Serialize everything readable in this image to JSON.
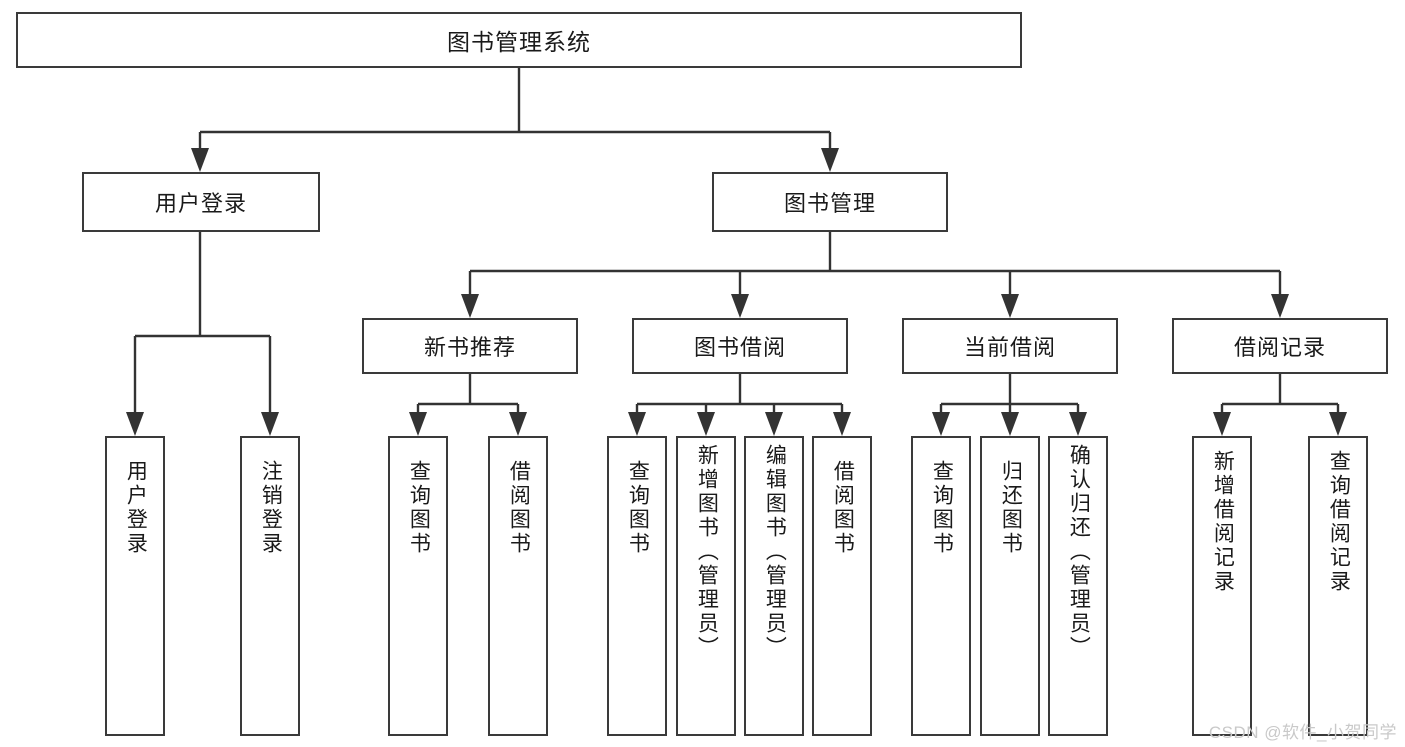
{
  "diagram": {
    "title": "图书管理系统",
    "type": "tree",
    "orientation": "top-down",
    "colors": {
      "box_border": "#3a3a3a",
      "box_fill": "#ffffff",
      "connector": "#333333",
      "text": "#1a1a1a",
      "watermark": "#c9c9c9",
      "background": "#ffffff"
    }
  },
  "watermark": {
    "text": "CSDN @软件_小贺同学"
  },
  "nodes": {
    "root": {
      "label": "图书管理系统"
    },
    "level2": [
      {
        "id": "user-login",
        "label": "用户登录"
      },
      {
        "id": "book-manage",
        "label": "图书管理"
      }
    ],
    "level3": [
      {
        "id": "new-book-recommend",
        "label": "新书推荐"
      },
      {
        "id": "book-borrow",
        "label": "图书借阅"
      },
      {
        "id": "current-borrow",
        "label": "当前借阅"
      },
      {
        "id": "borrow-record",
        "label": "借阅记录"
      }
    ],
    "leaves": {
      "user-login": [
        {
          "id": "leaf-user-login",
          "label": "用户登录"
        },
        {
          "id": "leaf-user-logout",
          "label": "注销登录"
        }
      ],
      "new-book-recommend": [
        {
          "id": "leaf-query-book-1",
          "label": "查询图书"
        },
        {
          "id": "leaf-borrow-book-1",
          "label": "借阅图书"
        }
      ],
      "book-borrow": [
        {
          "id": "leaf-query-book-2",
          "label": "查询图书"
        },
        {
          "id": "leaf-add-book",
          "label": "新增图书（管理员）"
        },
        {
          "id": "leaf-edit-book",
          "label": "编辑图书（管理员）"
        },
        {
          "id": "leaf-borrow-book-2",
          "label": "借阅图书"
        }
      ],
      "current-borrow": [
        {
          "id": "leaf-query-book-3",
          "label": "查询图书"
        },
        {
          "id": "leaf-return-book",
          "label": "归还图书"
        },
        {
          "id": "leaf-confirm-return",
          "label": "确认归还（管理员）"
        }
      ],
      "borrow-record": [
        {
          "id": "leaf-add-record",
          "label": "新增借阅记录"
        },
        {
          "id": "leaf-query-record",
          "label": "查询借阅记录"
        }
      ]
    }
  }
}
